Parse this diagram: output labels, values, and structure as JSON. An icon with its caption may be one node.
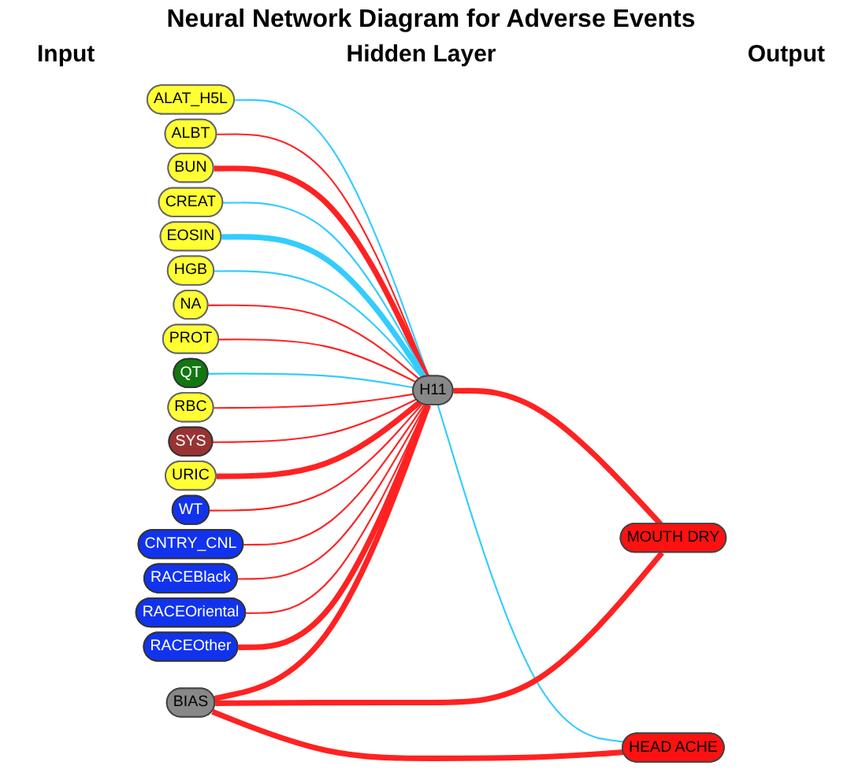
{
  "diagram": {
    "title": "Neural Network Diagram for Adverse Events",
    "nodes": [
      {
        "text": [
          "ALAT_H5L"
        ]
      },
      {
        "text": [
          "ALBT"
        ]
      },
      {
        "text": [
          "BUN"
        ]
      },
      {
        "text": [
          "CREAT"
        ]
      },
      {
        "text": [
          "EOSIN"
        ]
      },
      {
        "text": [
          "HGB"
        ]
      },
      {
        "text": [
          "NA"
        ]
      },
      {
        "text": [
          "PROT"
        ]
      },
      {
        "text": [
          "QT"
        ]
      },
      {
        "text": [
          "RBC"
        ]
      },
      {
        "text": [
          "SYS"
        ]
      },
      {
        "text": [
          "URIC"
        ]
      },
      {
        "text": [
          "WT"
        ]
      },
      {
        "text": [
          "CNTRY_CNL"
        ]
      },
      {
        "text": [
          "RACEBlack"
        ]
      },
      {
        "text": [
          "RACEOriental"
        ]
      },
      {
        "text": [
          "RACEOther"
        ]
      },
      {
        "text": [
          "H11"
        ]
      },
      {
        "text": [
          "MOUTH DRY"
        ]
      },
      {
        "text": [
          "HEAD ACHE"
        ]
      },
      {
        "text": [
          "BIAS"
        ]
      }
    ],
    "edges": [
      {
        "from": 0,
        "to": 17,
        "arrow": "none",
        "color": "#33ccff"
      },
      {
        "from": 1,
        "to": 17,
        "arrow": "none"
      },
      {
        "from": 2,
        "to": 17,
        "arrow": "none",
        "style": "thick"
      },
      {
        "from": 3,
        "to": 17,
        "arrow": "none",
        "color": "#33ccff"
      },
      {
        "from": 4,
        "to": 17,
        "arrow": "none",
        "style": "thick",
        "color": "#33ccff"
      },
      {
        "from": 5,
        "to": 17,
        "arrow": "none",
        "color": "#33ccff"
      },
      {
        "from": 6,
        "to": 17,
        "arrow": "none"
      },
      {
        "from": 7,
        "to": 17,
        "arrow": "none"
      },
      {
        "from": 8,
        "to": 17,
        "arrow": "none",
        "color": "#33ccff"
      },
      {
        "from": 9,
        "to": 17,
        "arrow": "none"
      },
      {
        "from": 10,
        "to": 17,
        "arrow": "none"
      },
      {
        "from": 11,
        "to": 17,
        "arrow": "none",
        "style": "thick"
      },
      {
        "from": 12,
        "to": 17,
        "arrow": "none"
      },
      {
        "from": 13,
        "to": 17,
        "arrow": "none"
      },
      {
        "from": 14,
        "to": 17,
        "arrow": "none"
      },
      {
        "from": 15,
        "to": 17,
        "arrow": "none"
      },
      {
        "from": 16,
        "to": 17,
        "arrow": "none",
        "style": "thick"
      },
      {
        "from": 17,
        "to": 18,
        "arrow": "none",
        "style": "thick"
      },
      {
        "from": 17,
        "to": 19,
        "arrow": "none",
        "color": "#33ccff"
      },
      {
        "from": 20,
        "to": 17,
        "arrow": "none",
        "style": "thick"
      },
      {
        "from": 20,
        "to": 18,
        "arrow": "none",
        "style": "thick"
      },
      {
        "from": 20,
        "to": 19,
        "arrow": "none",
        "style": "thick"
      }
    ],
    "labels": [
      "Input",
      "Hidden Layer",
      "Output"
    ]
  }
}
